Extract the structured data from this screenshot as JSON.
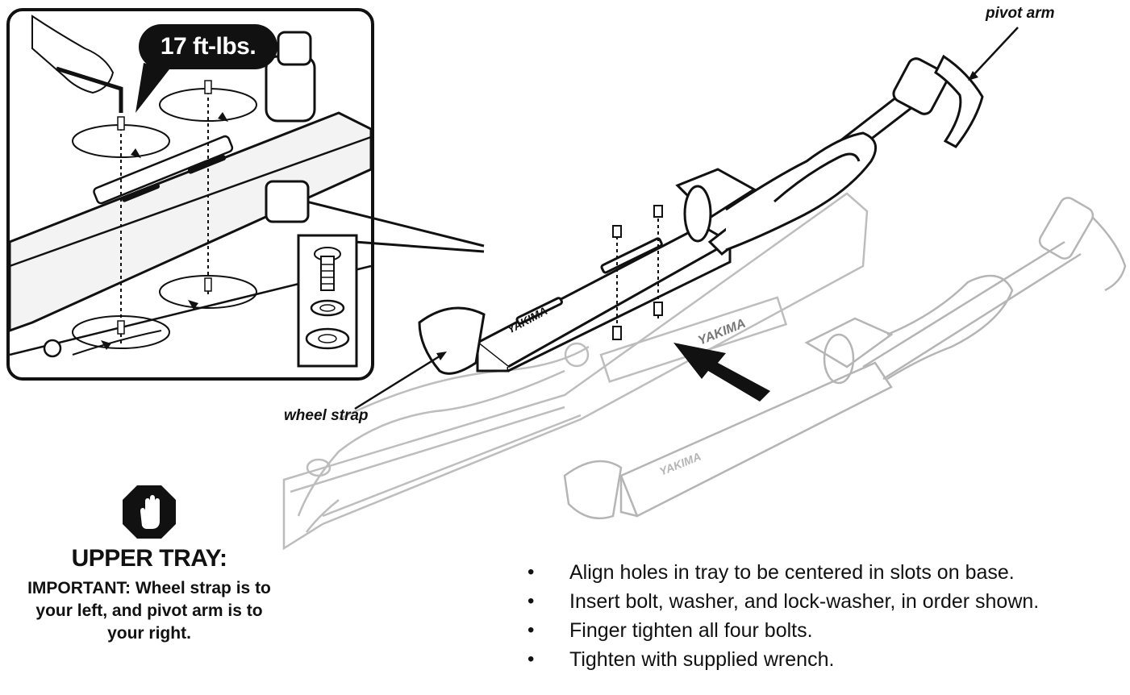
{
  "labels": {
    "pivot_arm": "pivot arm",
    "wheel_strap": "wheel strap",
    "torque": "17 ft-lbs.",
    "brand_mark": "YAKIMA"
  },
  "warning": {
    "icon": "stop-hand-icon",
    "title": "UPPER TRAY:",
    "text": "IMPORTANT: Wheel strap is to your left, and pivot arm is to your right."
  },
  "instructions": [
    "Align holes in tray to be centered in slots on base.",
    "Insert bolt, washer, and lock-washer, in order shown.",
    "Finger tighten all four bolts.",
    "Tighten with supplied wrench."
  ],
  "colors": {
    "ink": "#111111",
    "faded": "#b8b8b8",
    "panel": "#ffffff"
  }
}
